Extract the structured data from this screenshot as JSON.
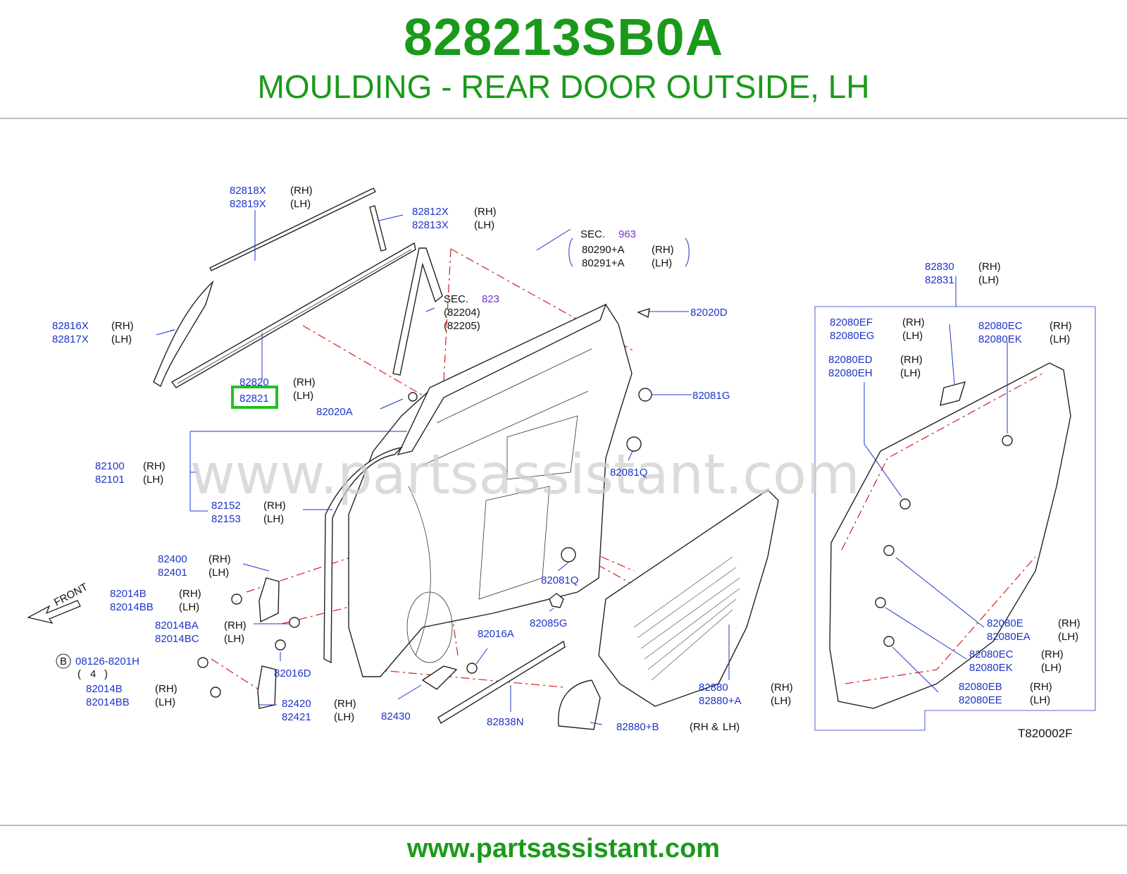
{
  "header": {
    "part_number": "828213SB0A",
    "description": "MOULDING - REAR DOOR OUTSIDE, LH"
  },
  "footer": {
    "website": "www.partsassistant.com"
  },
  "watermark": "www.partsassistant.com",
  "colors": {
    "brand_green": "#1a9a1a",
    "label_blue": "#1d35c8",
    "highlight_green": "#22c022",
    "section_purple": "#7a34c8",
    "dash_red": "#d42020"
  },
  "diagram_id": "T820002F",
  "front_label": "FRONT",
  "labels": {
    "l82818": [
      "82818X",
      "(RH)",
      "82819X",
      "(LH)"
    ],
    "l82812": [
      "82812X",
      "(RH)",
      "82813X",
      "(LH)"
    ],
    "l82816": [
      "82816X",
      "(RH)",
      "82817X",
      "(LH)"
    ],
    "l82820": [
      "82820",
      "(RH)",
      "82821",
      "(LH)"
    ],
    "l82020A": "82020A",
    "sec963": [
      "SEC.",
      "963"
    ],
    "l80290": [
      "80290+A",
      "(RH)",
      "80291+A",
      "(LH)"
    ],
    "sec823": [
      "SEC.",
      "823",
      "(82204)",
      "(82205)"
    ],
    "l82020D": "82020D",
    "l82081G": "82081G",
    "l82081Q_a": "82081Q",
    "l82081Q_b": "82081Q",
    "l82100": [
      "82100",
      "(RH)",
      "82101",
      "(LH)"
    ],
    "l82152": [
      "82152",
      "(RH)",
      "82153",
      "(LH)"
    ],
    "l82400": [
      "82400",
      "(RH)",
      "82401",
      "(LH)"
    ],
    "l82014B": [
      "82014B",
      "(RH)",
      "82014BB",
      "(LH)"
    ],
    "l82014BA": [
      "82014BA",
      "(RH)",
      "82014BC",
      "(LH)"
    ],
    "l08126": [
      "B",
      "08126-8201H",
      "(",
      "4",
      ")"
    ],
    "l82014B_2": [
      "82014B",
      "(RH)",
      "82014BB",
      "(LH)"
    ],
    "l82016D": "82016D",
    "l82016A": "82016A",
    "l82085G": "82085G",
    "l82420": [
      "82420",
      "(RH)",
      "82421",
      "(LH)"
    ],
    "l82430": "82430",
    "l82838N": "82838N",
    "l82880": [
      "82880",
      "(RH)",
      "82880+A",
      "(LH)"
    ],
    "l82880B": [
      "82880+B",
      "(RH",
      "&",
      "LH)"
    ],
    "l82830": [
      "82830",
      "(RH)",
      "82831",
      "(LH)"
    ],
    "l82080EF": [
      "82080EF",
      "(RH)",
      "82080EG",
      "(LH)"
    ],
    "l82080ED": [
      "82080ED",
      "(RH)",
      "82080EH",
      "(LH)"
    ],
    "l82080EC": [
      "82080EC",
      "(RH)",
      "82080EK",
      "(LH)"
    ],
    "l82080E": [
      "82080E",
      "(RH)",
      "82080EA",
      "(LH)"
    ],
    "l82080EC_2": [
      "82080EC",
      "(RH)",
      "82080EK",
      "(LH)"
    ],
    "l82080EB": [
      "82080EB",
      "(RH)",
      "82080EE",
      "(LH)"
    ]
  }
}
